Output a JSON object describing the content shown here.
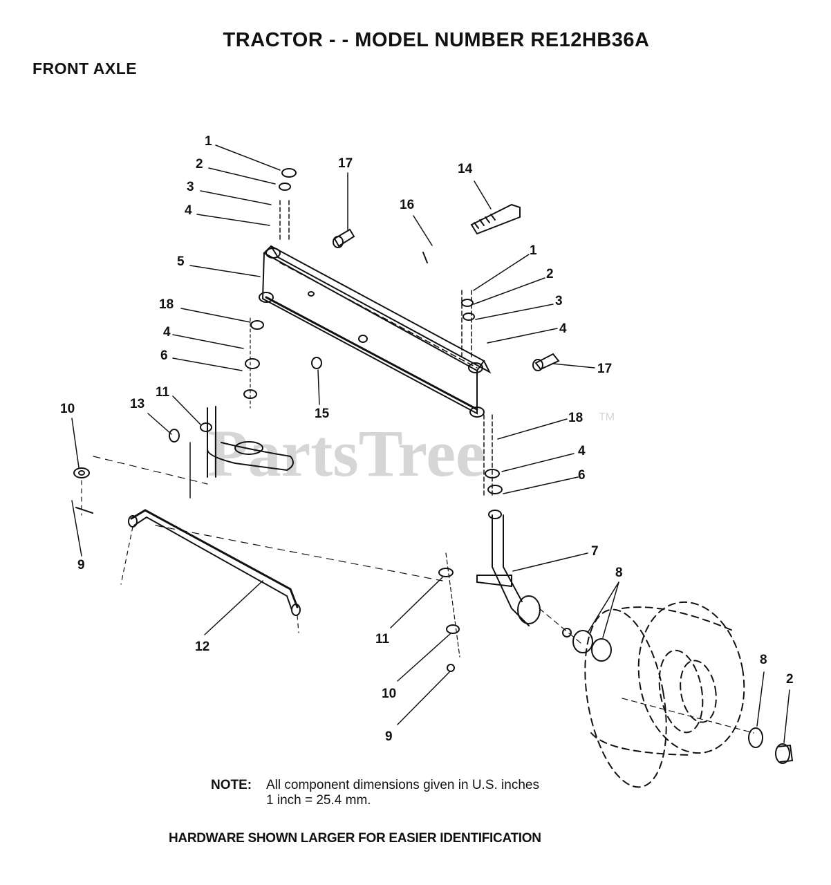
{
  "header": {
    "title": "TRACTOR - - MODEL NUMBER RE12HB36A",
    "subtitle": "FRONT AXLE"
  },
  "watermark": {
    "text": "PartsTree",
    "tm": "TM"
  },
  "callouts": [
    "1",
    "2",
    "3",
    "4",
    "5",
    "18",
    "4",
    "6",
    "17",
    "16",
    "14",
    "1",
    "2",
    "3",
    "4",
    "17",
    "15",
    "13",
    "11",
    "10",
    "9",
    "12",
    "18",
    "4",
    "6",
    "7",
    "8",
    "11",
    "10",
    "9",
    "8",
    "2"
  ],
  "note": {
    "label": "NOTE:",
    "line1": "All component dimensions given in U.S. inches",
    "line2": "1 inch = 25.4 mm."
  },
  "footer": "HARDWARE SHOWN LARGER FOR EASIER IDENTIFICATION"
}
